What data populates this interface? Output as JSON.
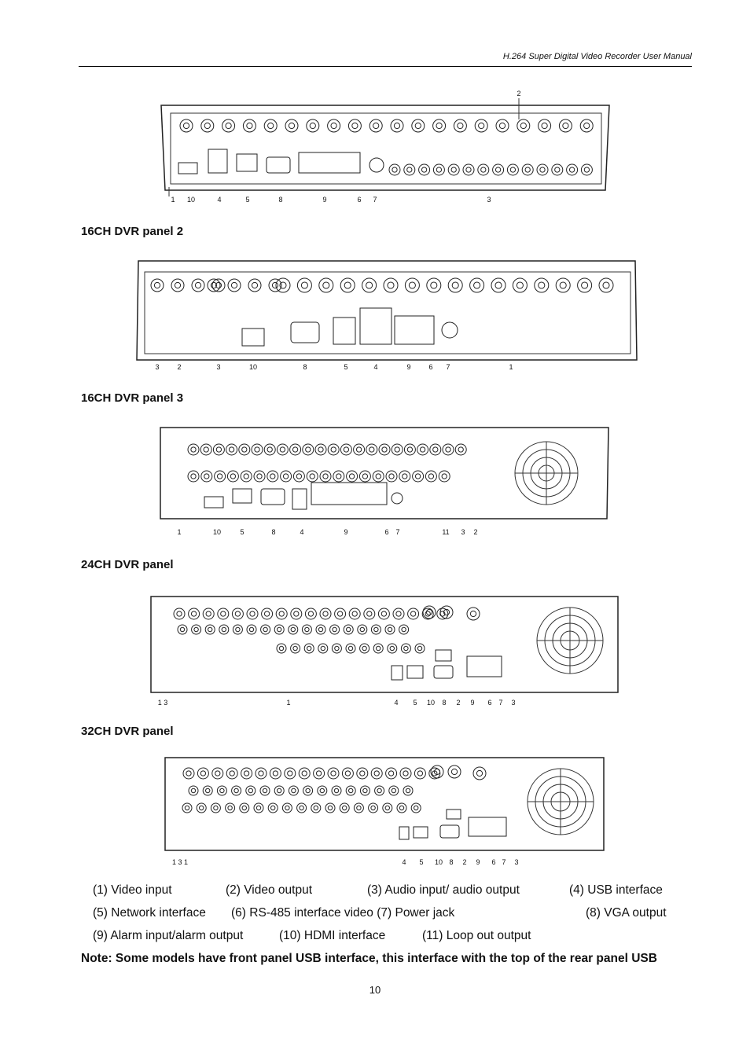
{
  "header": {
    "title": "H.264 Super Digital Video Recorder User Manual"
  },
  "captions": {
    "panel2": "16CH DVR panel 2",
    "panel3": "16CH DVR panel 3",
    "panel24": "24CH DVR panel",
    "panel32": "32CH DVR panel"
  },
  "diagrams": {
    "top_bottom_labels": [
      "1",
      "10",
      "4",
      "5",
      "8",
      "9",
      "6",
      "7",
      "3"
    ],
    "top_top_label": "2",
    "p2_labels": [
      "3",
      "2",
      "3",
      "10",
      "8",
      "5",
      "4",
      "9",
      "6",
      "7",
      "1"
    ],
    "p24_labels": [
      "1",
      "10",
      "5",
      "8",
      "4",
      "9",
      "6",
      "7",
      "11",
      "3",
      "2"
    ],
    "p32a_labels": [
      "1 3",
      "1",
      "4",
      "5",
      "10",
      "8",
      "2",
      "9",
      "6",
      "7",
      "3"
    ],
    "p32b_labels": [
      "1 3 1",
      "4",
      "5",
      "10",
      "8",
      "2",
      "9",
      "6",
      "7",
      "3"
    ]
  },
  "legend": {
    "row1": [
      "(1) Video input",
      "(2) Video output",
      "(3) Audio input/ audio output",
      "(4) USB interface"
    ],
    "row2": [
      "(5) Network interface",
      "(6) RS-485 interface video (7) Power jack",
      "(8) VGA output"
    ],
    "row3": [
      "(9) Alarm input/alarm output",
      "(10) HDMI interface",
      "(11) Loop out output"
    ]
  },
  "note": "Note: Some models have front panel USB interface, this interface with the top of the rear panel USB",
  "page_number": "10"
}
